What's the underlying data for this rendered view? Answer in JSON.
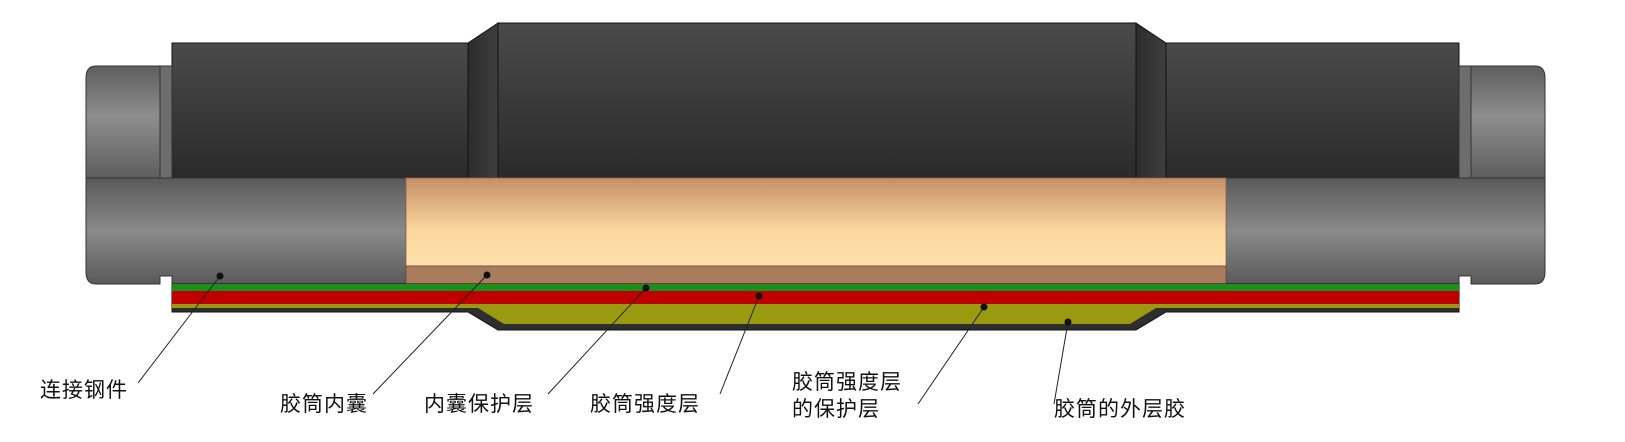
{
  "labels": {
    "steel_fitting": "连接钢件",
    "inner_bladder": "胶筒内囊",
    "bladder_protect": "内囊保护层",
    "strength_layer": "胶筒强度层",
    "strength_protect_line1": "胶筒强度层",
    "strength_protect_line2": "的保护层",
    "outer_rubber": "胶筒的外层胶"
  },
  "colors": {
    "outer_rubber": "#3a3a3a",
    "steel": "#7d7d7d",
    "bladder": "#f2c08e",
    "protect_layer": "#1a8f1a",
    "strength_layer": "#c00000",
    "strength_protect": "#9a9a10",
    "leader": "#222222"
  }
}
